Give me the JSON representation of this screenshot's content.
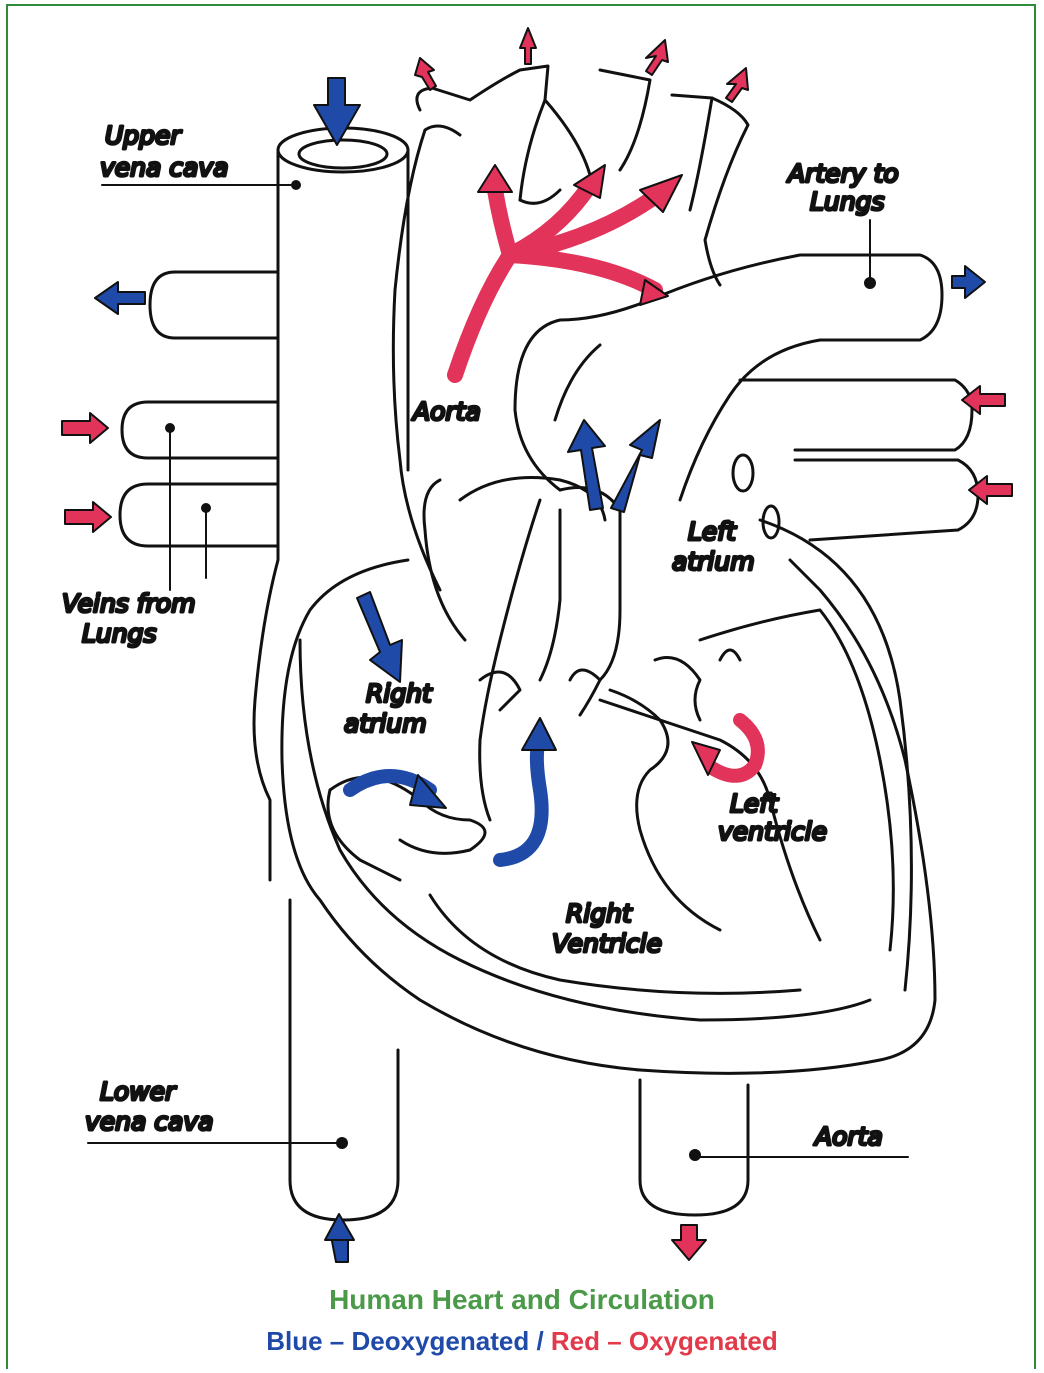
{
  "labels": {
    "upper_vena_cava_1": "Upper",
    "upper_vena_cava_2": "vena cava",
    "artery_to_lungs_1": "Artery to",
    "artery_to_lungs_2": "Lungs",
    "aorta_top": "Aorta",
    "veins_from_lungs_1": "Veins from",
    "veins_from_lungs_2": "Lungs",
    "left_atrium_1": "Left",
    "left_atrium_2": "atrium",
    "right_atrium_1": "Right",
    "right_atrium_2": "atrium",
    "left_ventricle_1": "Left",
    "left_ventricle_2": "ventricle",
    "right_ventricle_1": "Right",
    "right_ventricle_2": "Ventricle",
    "lower_vena_cava_1": "Lower",
    "lower_vena_cava_2": "vena cava",
    "aorta_bottom": "Aorta"
  },
  "caption": {
    "title": "Human Heart and Circulation",
    "blue_text": "Blue – Deoxygenated",
    "separator": " / ",
    "red_text": "Red – Oxygenated"
  },
  "colors": {
    "deoxygenated": "#1f4aa8",
    "oxygenated": "#e2335a",
    "frame": "#2e8b3a",
    "title": "#4a9a4a"
  }
}
